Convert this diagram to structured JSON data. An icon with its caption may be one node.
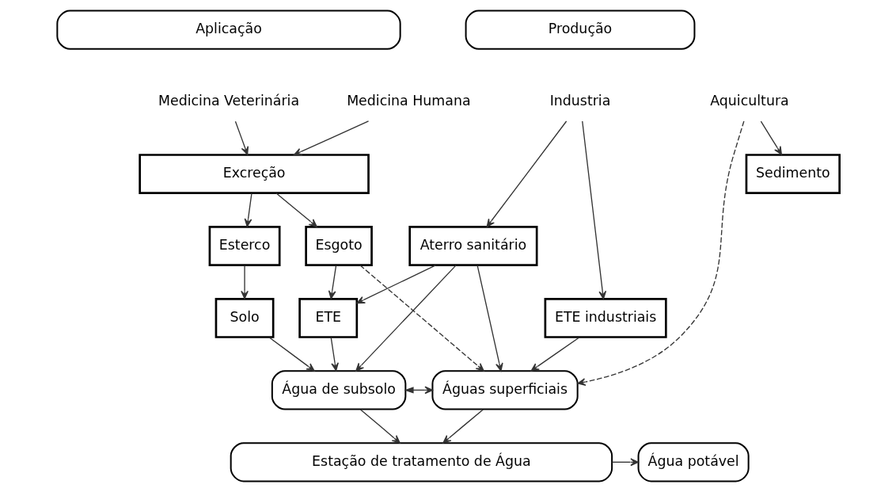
{
  "diagram": {
    "nodes": [
      {
        "text": [
          "Aplicação"
        ]
      },
      {
        "text": [
          "Produção"
        ]
      },
      {
        "text": [
          "Medicina Veterinária"
        ]
      },
      {
        "text": [
          "Medicina Humana"
        ]
      },
      {
        "text": [
          "Aquicultura"
        ]
      },
      {
        "text": [
          "Industria"
        ]
      },
      {
        "text": [
          "Excreção"
        ]
      },
      {
        "text": [
          "Esterco"
        ]
      },
      {
        "text": [
          "Esgoto"
        ]
      },
      {
        "text": [
          "Sedimento"
        ]
      },
      {
        "text": [
          "Solo"
        ]
      },
      {
        "text": [
          "ETE"
        ]
      },
      {
        "text": [
          "Aterro sanitário"
        ]
      },
      {
        "text": [
          "ETE industriais"
        ]
      },
      {
        "text": [
          "Água de subsolo"
        ]
      },
      {
        "text": [
          "Águas superficiais"
        ]
      },
      {
        "text": [
          "Estação de tratamento de Água"
        ]
      },
      {
        "text": [
          "Água potável"
        ]
      }
    ],
    "edges": [
      {
        "from": 2,
        "to": 6,
        "arrow": "to"
      },
      {
        "from": 3,
        "to": 6,
        "arrow": "to"
      },
      {
        "from": 6,
        "to": 7,
        "arrow": "to"
      },
      {
        "from": 6,
        "to": 8,
        "arrow": "to"
      },
      {
        "from": 4,
        "to": 9,
        "arrow": "to"
      },
      {
        "from": 4,
        "to": 15,
        "arrow": "to",
        "style": "dashed"
      },
      {
        "from": 8,
        "to": 15,
        "arrow": "to",
        "style": "dashed"
      },
      {
        "from": 7,
        "to": 10,
        "arrow": "to"
      },
      {
        "from": 8,
        "to": 11,
        "arrow": "to"
      },
      {
        "from": 5,
        "to": 12,
        "arrow": "to"
      },
      {
        "from": 5,
        "to": 13,
        "arrow": "to"
      },
      {
        "from": 12,
        "to": 11,
        "arrow": "to"
      },
      {
        "from": 12,
        "to": 14,
        "arrow": "to"
      },
      {
        "from": 12,
        "to": 15,
        "arrow": "to"
      },
      {
        "from": 10,
        "to": 14,
        "arrow": "to"
      },
      {
        "from": 11,
        "to": 14,
        "arrow": "to"
      },
      {
        "from": 13,
        "to": 15,
        "arrow": "to"
      },
      {
        "from": 14,
        "to": 15,
        "arrow": "both"
      },
      {
        "from": 14,
        "to": 16,
        "arrow": "to"
      },
      {
        "from": 15,
        "to": 16,
        "arrow": "to"
      },
      {
        "from": 16,
        "to": 17,
        "arrow": "to"
      }
    ]
  }
}
